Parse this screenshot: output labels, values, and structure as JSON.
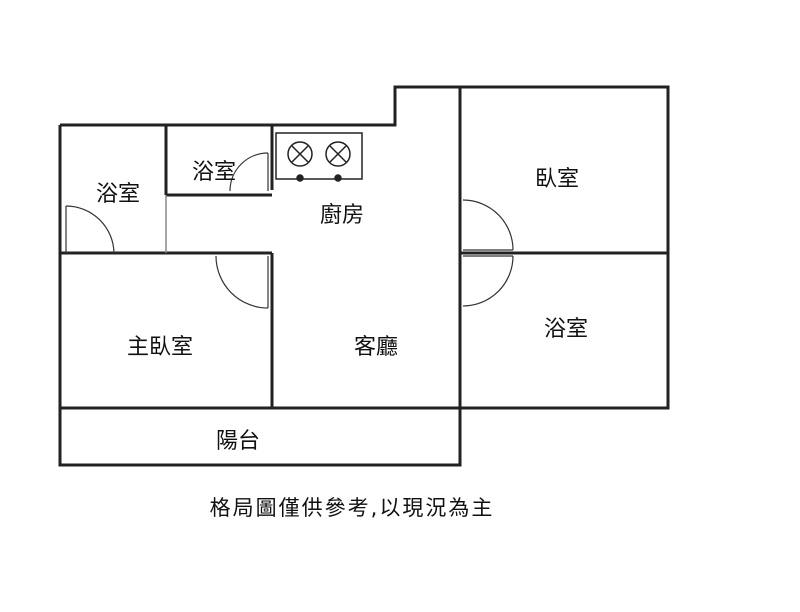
{
  "rooms": {
    "bath_left": "浴室",
    "bath_small": "浴室",
    "kitchen": "廚房",
    "bedroom": "臥室",
    "master_bedroom": "主臥室",
    "living_room": "客廳",
    "bath_right": "浴室",
    "balcony": "陽台"
  },
  "note": "格局圖僅供參考,以現況為主",
  "colors": {
    "wall": "#222222",
    "thin_line": "#888888",
    "background": "#ffffff"
  }
}
